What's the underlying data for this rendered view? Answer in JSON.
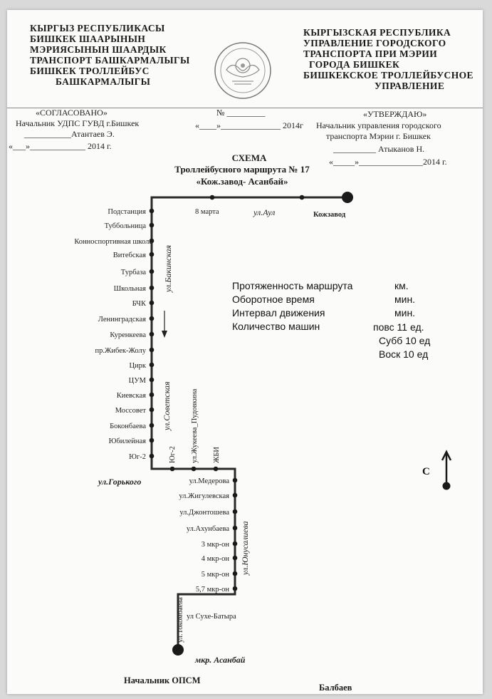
{
  "header": {
    "left_lines": [
      "КЫРГЫЗ РЕСПУБЛИКАСЫ",
      "БИШКЕК ШААРЫНЫН",
      "МЭРИЯСЫНЫН ШААРДЫК",
      "ТРАНСПОРТ БАШКАРМАЛЫГЫ",
      "БИШКЕК ТРОЛЛЕЙБУС",
      "БАШКАРМАЛЫГЫ"
    ],
    "right_lines": [
      "КЫРГЫЗСКАЯ РЕСПУБЛИКА",
      "УПРАВЛЕНИЕ ГОРОДСКОГО",
      "ТРАНСПОРТА ПРИ МЭРИИ",
      "ГОРОДА БИШКЕК",
      "БИШКЕКСКОЕ ТРОЛЛЕЙБУСНОЕ",
      "УПРАВЛЕНИЕ"
    ]
  },
  "approval": {
    "agreed_title": "«СОГЛАСОВАНО»",
    "agreed_position": "Начальник УДПС ГУВД г.Бишкек",
    "agreed_signatory": "___________Атантаев Э.",
    "agreed_date": "«___»_____________ 2014 г.",
    "number_line": "№ _________",
    "center_date": "«____»______________ 2014г",
    "approved_title": "«УТВЕРЖДАЮ»",
    "approved_position_1": "Начальник управления городского",
    "approved_position_2": "транспорта Мэрии г. Бишкек",
    "approved_signatory": "__________ Атыканов Н.",
    "approved_date": "«_____»_______________2014 г."
  },
  "scheme": {
    "title": "СХЕМА",
    "subtitle": "Троллейбусного маршрута № 17",
    "route_name": "«Кож.завод- Асанбай»"
  },
  "route_map": {
    "top_stops": [
      "8 марта",
      "Кожзавод"
    ],
    "left_stops": [
      "Подстанция",
      "Туббольница",
      "Конноспортивная школа",
      "Витебская",
      "Турбаза",
      "Школьная",
      "БЧК",
      "Ленинградская",
      "Куренкеева",
      "пр.Жибек-Жолу",
      "Цирк",
      "ЦУМ",
      "Киевская",
      "Моссовет",
      "Боконбаева",
      "Юбилейная",
      "Юг-2"
    ],
    "bottom_stops": [
      "Юг-2",
      "ул.Жукеева_Пудовкина",
      "ЖБИ"
    ],
    "right_stops": [
      "ул.Медерова",
      "ул.Жигулевская",
      "ул.Джонтошева",
      "ул.Ахунбаева",
      "3 мкр-он",
      "4 мкр-он",
      "5 мкр-он",
      "5,7 мкр-он"
    ],
    "end_stops": [
      "ул.Токомбаева",
      "ул Сухе-Батыра",
      "мкр. Асанбай"
    ],
    "streets": [
      "ул.Аул",
      "ул.Бакинская",
      "ул.Советская",
      "ул.Горького",
      "ул.Юнусалиева"
    ],
    "north_label": "С"
  },
  "info": {
    "length_label": "Протяженность маршрута",
    "length_unit": "км.",
    "turnover_label": "Оборотное время",
    "turnover_unit": "мин.",
    "interval_label": "Интервал движения",
    "interval_unit": "мин.",
    "vehicles_label": "Количество машин",
    "weekday": "повс 11 ед.",
    "saturday": "Субб 10 ед",
    "sunday": "Воск 10 ед"
  },
  "footer": {
    "position": "Начальник ОПСМ",
    "name": "Балбаев"
  }
}
